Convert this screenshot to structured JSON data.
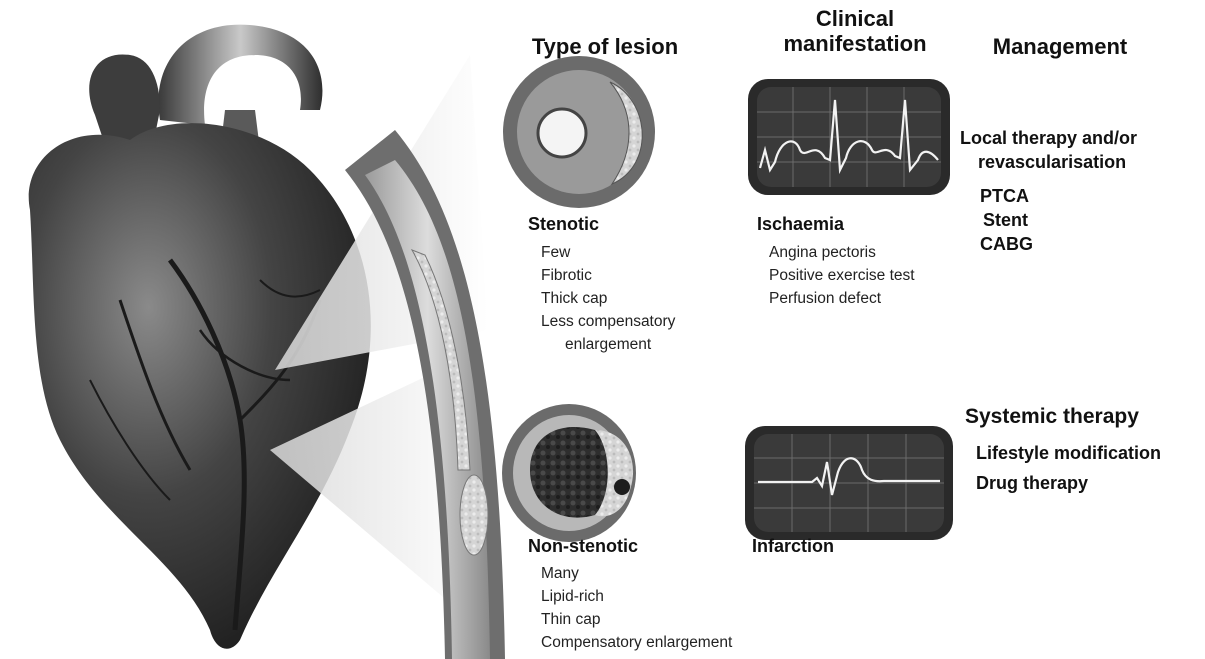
{
  "headers": {
    "lesion": "Type of lesion",
    "clinical_line1": "Clinical",
    "clinical_line2": "manifestation",
    "management": "Management"
  },
  "stenotic": {
    "title": "Stenotic",
    "items": [
      "Few",
      "Fibrotic",
      "Thick cap",
      "Less compensatory",
      "enlargement"
    ]
  },
  "nonstenotic": {
    "title": "Non-stenotic",
    "items": [
      "Many",
      "Lipid-rich",
      "Thin cap",
      "Compensatory enlargement"
    ]
  },
  "ischaemia": {
    "title": "Ischaemia",
    "items": [
      "Angina pectoris",
      "Positive exercise test",
      "Perfusion defect"
    ]
  },
  "infarction": {
    "title": "Infarction"
  },
  "local_therapy": {
    "title_line1": "Local therapy and/or",
    "title_line2": "revascularisation",
    "items": [
      "PTCA",
      "Stent",
      "CABG"
    ]
  },
  "systemic_therapy": {
    "title": "Systemic therapy",
    "items": [
      "Lifestyle modification",
      "Drug therapy"
    ]
  },
  "colors": {
    "monitor_bezel": "#2a2a2a",
    "monitor_screen": "#3a3a3a",
    "grid": "#6b6b6b",
    "trace": "#f2f2f2",
    "vessel_wall": "#6e6e6e",
    "heart_dark": "#2b2b2b"
  }
}
